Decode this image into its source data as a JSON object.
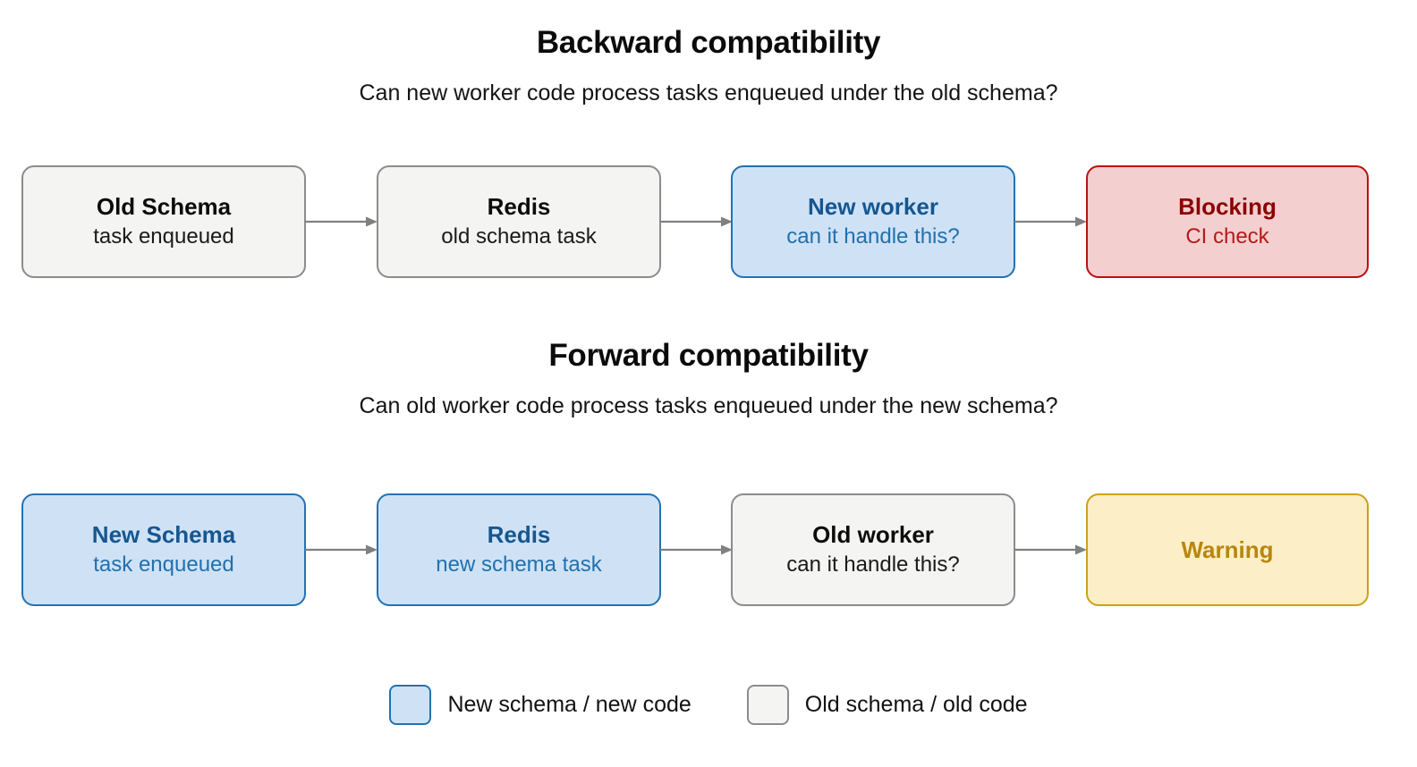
{
  "diagram": {
    "background": "#ffffff",
    "palette": {
      "grey_fill": "#f4f4f2",
      "grey_border": "#8c8c8c",
      "blue_fill": "#cfe2f5",
      "blue_border": "#2272b4",
      "blue_text": "#17568f",
      "red_fill": "#f4cfcf",
      "red_border": "#bb1111",
      "red_text": "#8c0000",
      "yellow_fill": "#fceec6",
      "yellow_border": "#cca11c",
      "yellow_text": "#b8860b",
      "arrow": "#808080"
    },
    "sections": [
      {
        "id": "backward",
        "title": "Backward compatibility",
        "subtitle": "Can new worker code process tasks enqueued under the old schema?",
        "nodes": [
          {
            "title": "Old Schema",
            "sub": "task enqueued",
            "style": "grey"
          },
          {
            "title": "Redis",
            "sub": "old schema task",
            "style": "grey"
          },
          {
            "title": "New worker",
            "sub": "can it handle this?",
            "style": "blue"
          },
          {
            "title": "Blocking",
            "sub": "CI check",
            "style": "red"
          }
        ]
      },
      {
        "id": "forward",
        "title": "Forward compatibility",
        "subtitle": "Can old worker code process tasks enqueued under the new schema?",
        "nodes": [
          {
            "title": "New Schema",
            "sub": "task enqueued",
            "style": "blue"
          },
          {
            "title": "Redis",
            "sub": "new schema task",
            "style": "blue"
          },
          {
            "title": "Old worker",
            "sub": "can it handle this?",
            "style": "grey"
          },
          {
            "title": "Warning",
            "sub": "",
            "style": "yellow"
          }
        ]
      }
    ],
    "legend": [
      {
        "swatch": "blue",
        "label": "New schema / new code"
      },
      {
        "swatch": "grey",
        "label": "Old schema / old code"
      }
    ]
  }
}
